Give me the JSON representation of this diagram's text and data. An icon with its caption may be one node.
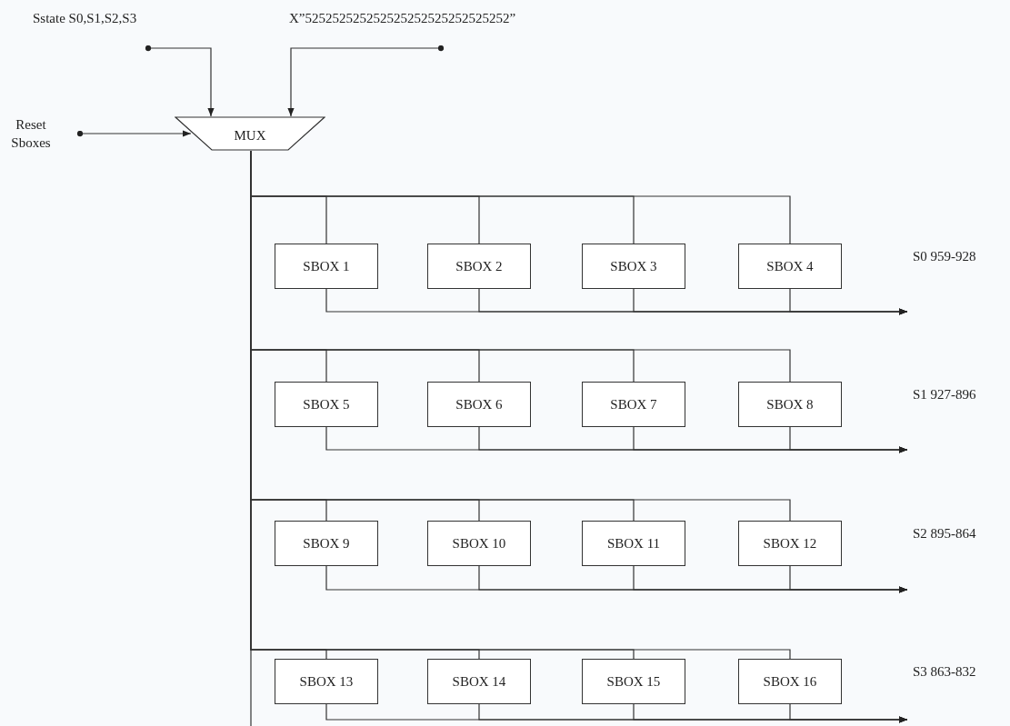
{
  "diagram": {
    "nodes": [
      {
        "text": [
          "Sstate S0,S1,S2,S3"
        ]
      },
      {
        "text": [
          "X”525252525252525252525252525252”"
        ]
      },
      {
        "text": [
          "Reset Sboxes"
        ]
      },
      {
        "text": [
          "MUX"
        ]
      },
      {
        "text": [
          "SBOX 1"
        ]
      },
      {
        "text": [
          "SBOX 2"
        ]
      },
      {
        "text": [
          "SBOX 3"
        ]
      },
      {
        "text": [
          "SBOX 4"
        ]
      },
      {
        "text": [
          "SBOX 5"
        ]
      },
      {
        "text": [
          "SBOX 6"
        ]
      },
      {
        "text": [
          "SBOX 7"
        ]
      },
      {
        "text": [
          "SBOX 8"
        ]
      },
      {
        "text": [
          "SBOX 9"
        ]
      },
      {
        "text": [
          "SBOX 10"
        ]
      },
      {
        "text": [
          "SBOX 11"
        ]
      },
      {
        "text": [
          "SBOX 12"
        ]
      },
      {
        "text": [
          "SBOX 13"
        ]
      },
      {
        "text": [
          "SBOX 14"
        ]
      },
      {
        "text": [
          "SBOX 15"
        ]
      },
      {
        "text": [
          "SBOX 16"
        ]
      },
      {
        "text": [
          "S0 959-928"
        ]
      },
      {
        "text": [
          "S1 927-896"
        ]
      },
      {
        "text": [
          "S2 895-864"
        ]
      },
      {
        "text": [
          "S3 863-832"
        ]
      }
    ],
    "edges": [
      {
        "from": 0,
        "to": 3,
        "arrow": "to"
      },
      {
        "from": 1,
        "to": 3,
        "arrow": "to"
      },
      {
        "from": 2,
        "to": 3,
        "arrow": "to"
      },
      {
        "from": 3,
        "to": 4,
        "arrow": "none"
      },
      {
        "from": 3,
        "to": 5,
        "arrow": "none"
      },
      {
        "from": 3,
        "to": 6,
        "arrow": "none"
      },
      {
        "from": 3,
        "to": 7,
        "arrow": "none"
      },
      {
        "from": 3,
        "to": 8,
        "arrow": "none"
      },
      {
        "from": 3,
        "to": 9,
        "arrow": "none"
      },
      {
        "from": 3,
        "to": 10,
        "arrow": "none"
      },
      {
        "from": 3,
        "to": 11,
        "arrow": "none"
      },
      {
        "from": 3,
        "to": 12,
        "arrow": "none"
      },
      {
        "from": 3,
        "to": 13,
        "arrow": "none"
      },
      {
        "from": 3,
        "to": 14,
        "arrow": "none"
      },
      {
        "from": 3,
        "to": 15,
        "arrow": "none"
      },
      {
        "from": 3,
        "to": 16,
        "arrow": "none"
      },
      {
        "from": 3,
        "to": 17,
        "arrow": "none"
      },
      {
        "from": 3,
        "to": 18,
        "arrow": "none"
      },
      {
        "from": 3,
        "to": 19,
        "arrow": "none"
      },
      {
        "from": 4,
        "to": 20,
        "arrow": "to"
      },
      {
        "from": 5,
        "to": 20,
        "arrow": "to"
      },
      {
        "from": 6,
        "to": 20,
        "arrow": "to"
      },
      {
        "from": 7,
        "to": 20,
        "arrow": "to"
      },
      {
        "from": 8,
        "to": 21,
        "arrow": "to"
      },
      {
        "from": 9,
        "to": 21,
        "arrow": "to"
      },
      {
        "from": 10,
        "to": 21,
        "arrow": "to"
      },
      {
        "from": 11,
        "to": 21,
        "arrow": "to"
      },
      {
        "from": 12,
        "to": 22,
        "arrow": "to"
      },
      {
        "from": 13,
        "to": 22,
        "arrow": "to"
      },
      {
        "from": 14,
        "to": 22,
        "arrow": "to"
      },
      {
        "from": 15,
        "to": 22,
        "arrow": "to"
      },
      {
        "from": 16,
        "to": 23,
        "arrow": "to"
      },
      {
        "from": 17,
        "to": 23,
        "arrow": "to"
      },
      {
        "from": 18,
        "to": 23,
        "arrow": "to"
      },
      {
        "from": 19,
        "to": 23,
        "arrow": "to"
      }
    ]
  }
}
